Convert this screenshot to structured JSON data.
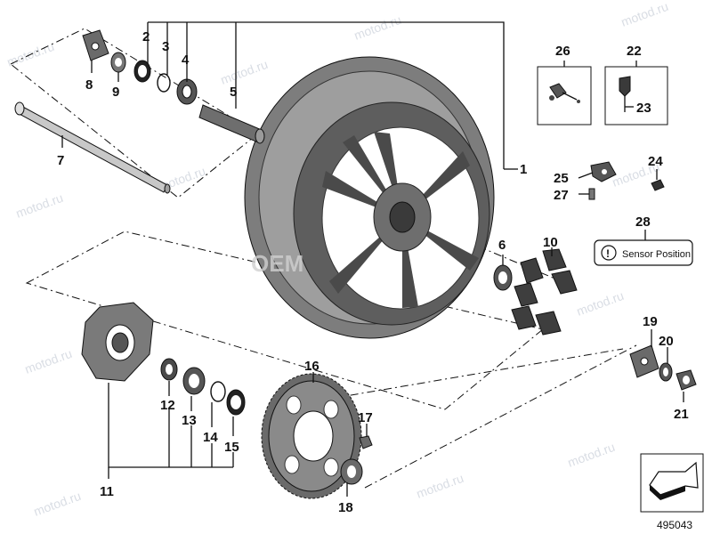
{
  "watermark": {
    "text": "motod.ru"
  },
  "callouts": [
    "1",
    "2",
    "3",
    "4",
    "5",
    "6",
    "7",
    "8",
    "9",
    "10",
    "11",
    "12",
    "13",
    "14",
    "15",
    "16",
    "17",
    "18",
    "19",
    "20",
    "21",
    "22",
    "23",
    "24",
    "25",
    "26",
    "27",
    "28"
  ],
  "sensor_label": "Sensor Position",
  "sensor_warning_symbol": "!",
  "wheel_watermark_text": "OEM",
  "diagram_id": "495043",
  "colors": {
    "rim": "#7d7d7d",
    "rim_dark": "#4a4a4a",
    "rim_light": "#b5b5b5",
    "line": "#111111",
    "watermark": "#d9dde4"
  }
}
